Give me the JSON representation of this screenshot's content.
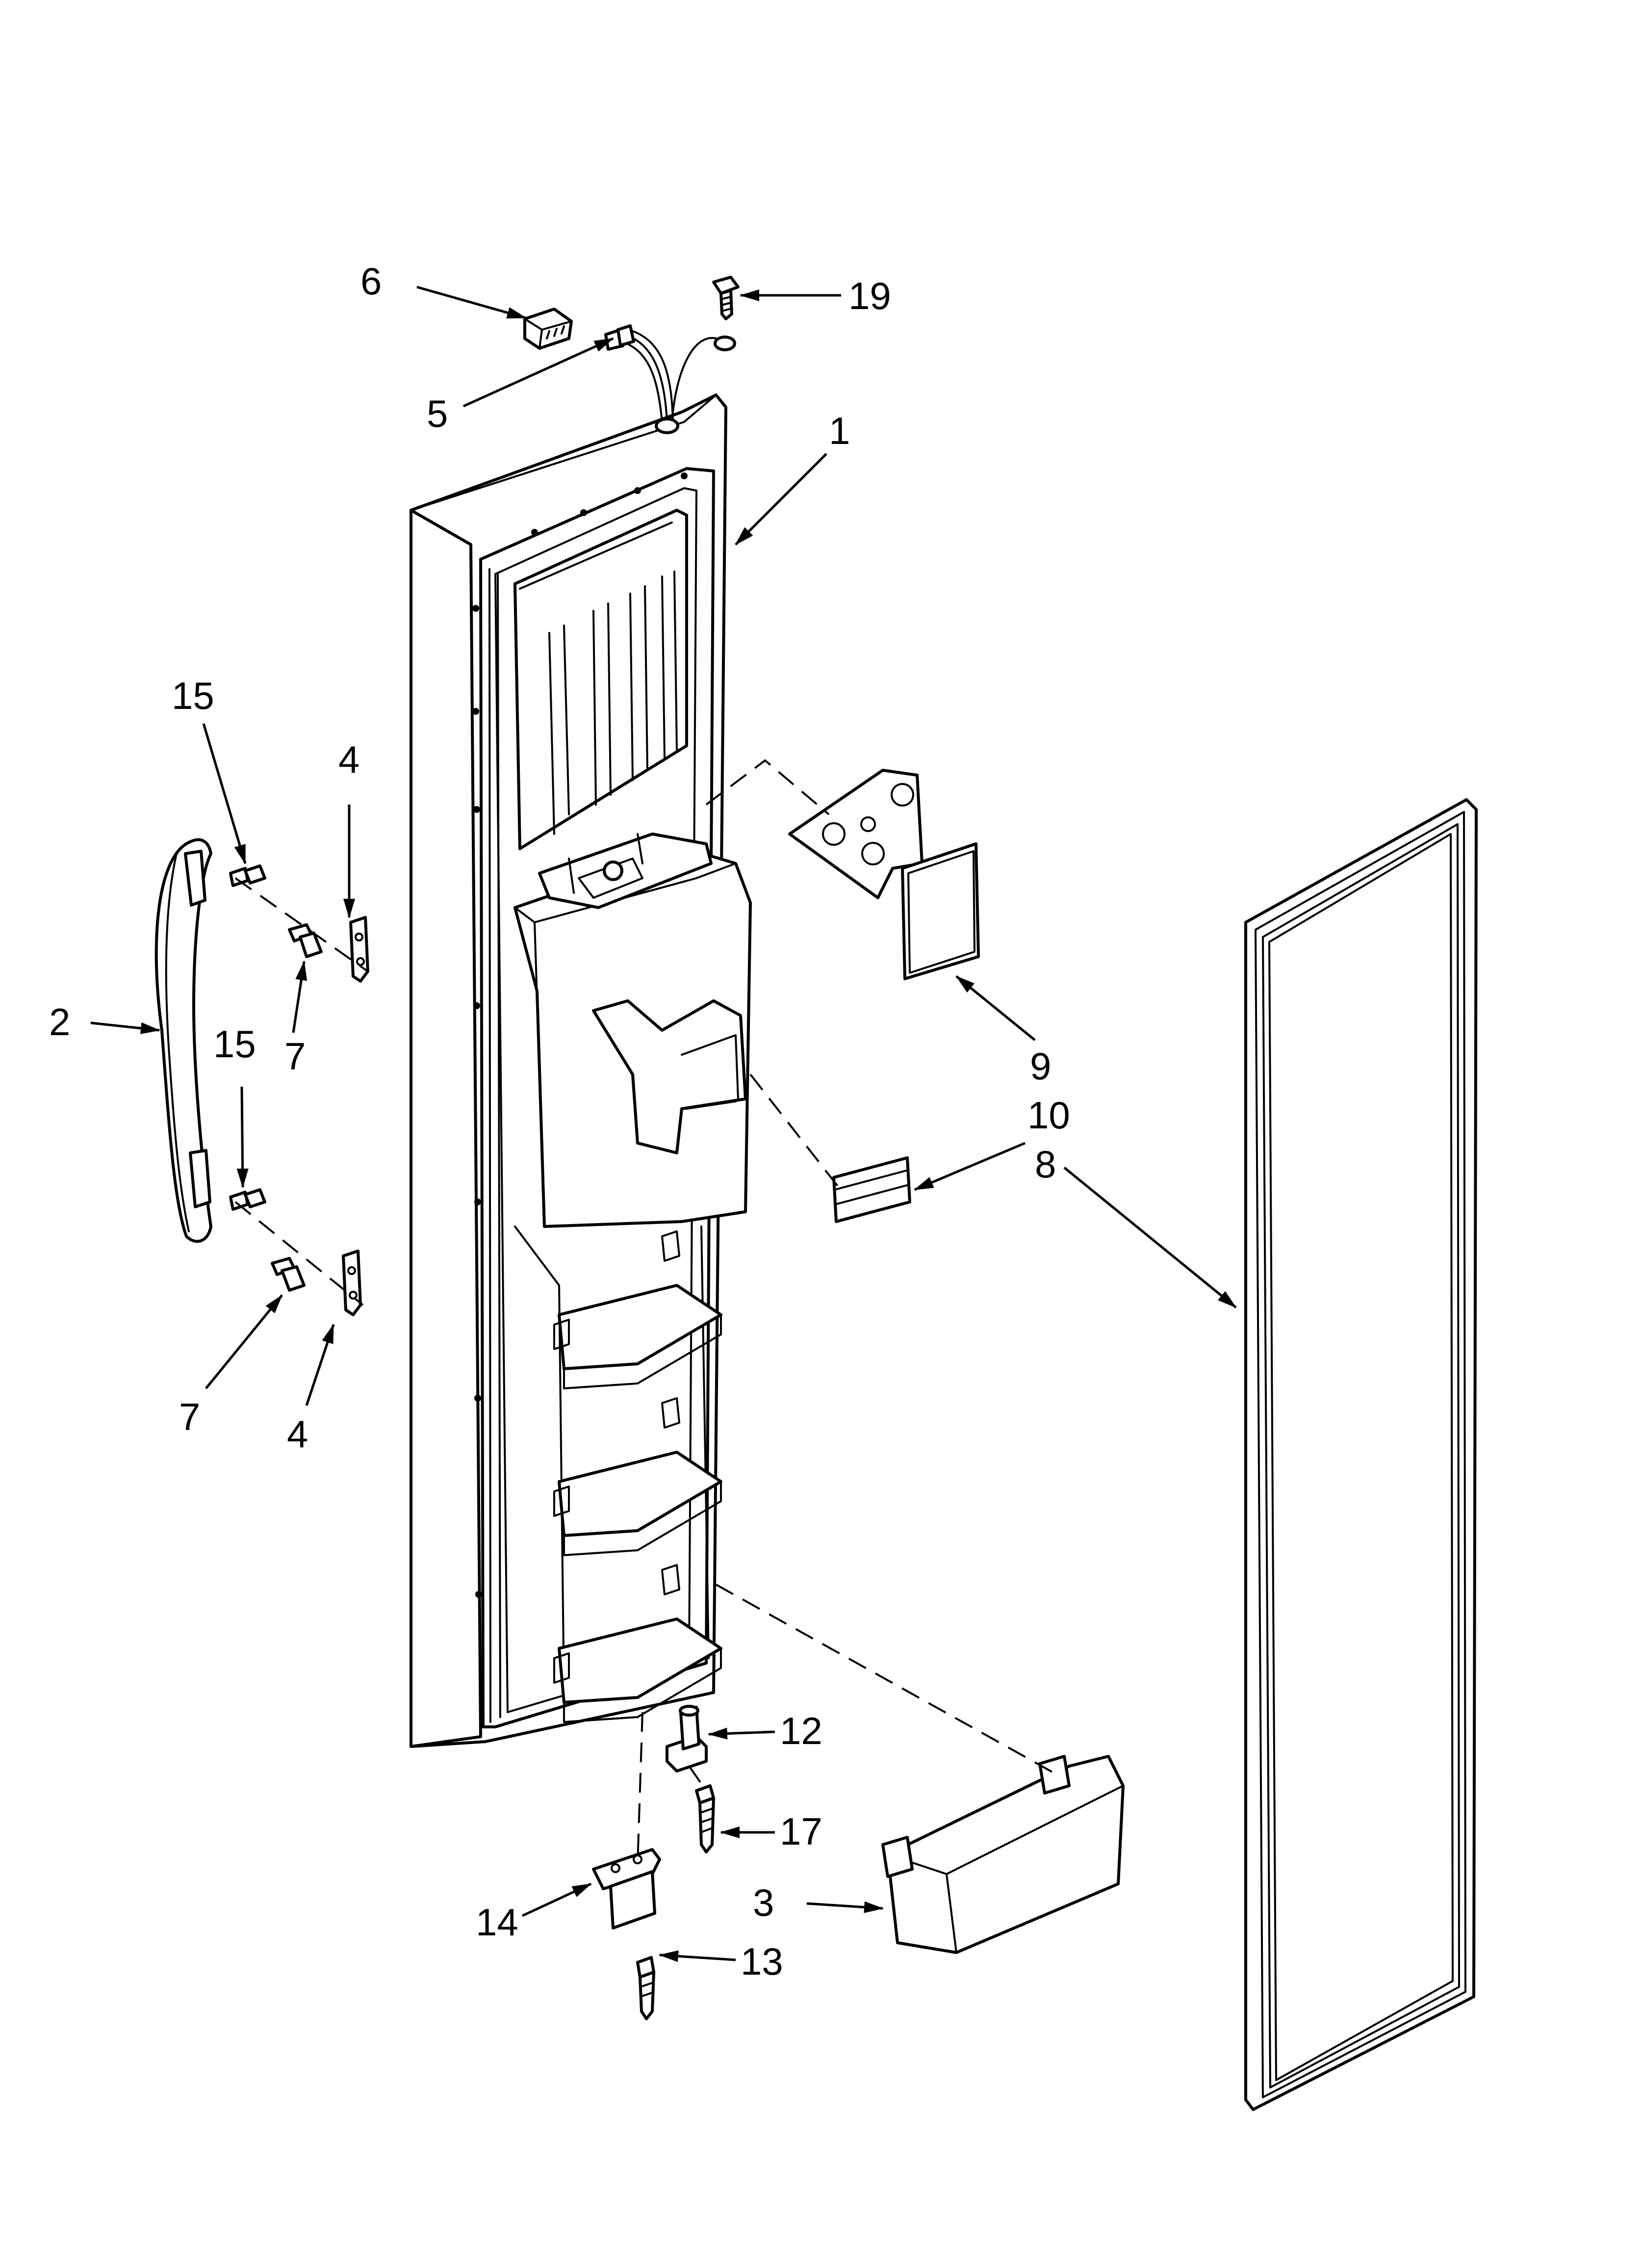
{
  "diagram": {
    "callouts": [
      {
        "id": "c6",
        "label": "6"
      },
      {
        "id": "c19",
        "label": "19"
      },
      {
        "id": "c5",
        "label": "5"
      },
      {
        "id": "c1",
        "label": "1"
      },
      {
        "id": "c15a",
        "label": "15"
      },
      {
        "id": "c4a",
        "label": "4"
      },
      {
        "id": "c2",
        "label": "2"
      },
      {
        "id": "c7a",
        "label": "7"
      },
      {
        "id": "c15b",
        "label": "15"
      },
      {
        "id": "c9",
        "label": "9"
      },
      {
        "id": "c10",
        "label": "10"
      },
      {
        "id": "c8",
        "label": "8"
      },
      {
        "id": "c7b",
        "label": "7"
      },
      {
        "id": "c4b",
        "label": "4"
      },
      {
        "id": "c12",
        "label": "12"
      },
      {
        "id": "c17",
        "label": "17"
      },
      {
        "id": "c3",
        "label": "3"
      },
      {
        "id": "c14",
        "label": "14"
      },
      {
        "id": "c13",
        "label": "13"
      }
    ],
    "line_color": "#000000",
    "background": "#ffffff"
  }
}
